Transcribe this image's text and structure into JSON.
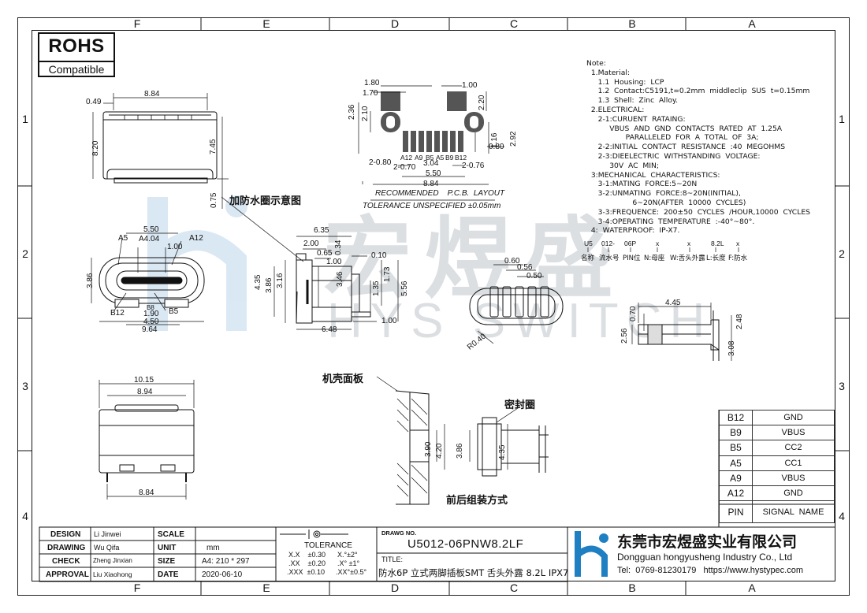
{
  "zones": {
    "letters": [
      "F",
      "E",
      "D",
      "C",
      "B",
      "A"
    ],
    "numbers": [
      "1",
      "2",
      "3",
      "4"
    ]
  },
  "rohs": {
    "title": "ROHS",
    "subtitle": "Compatible"
  },
  "watermark": {
    "brand": "HYS SWITCH",
    "cn": "宏煜盛"
  },
  "notes": [
    "Note:",
    "  1.Material:",
    "     1.1  Housing:  LCP",
    "     1.2  Contact:C5191,t=0.2mm  middleclip  SUS  t=0.15mm",
    "     1.3  Shell:  Zinc  Alloy.",
    "  2.ELECTRICAL:",
    "     2-1:CURUENT  RATAING:",
    "          VBUS  AND  GND  CONTACTS  RATED  AT  1.25A",
    "                 PARALLELED  FOR  A  TOTAL  OF  3A;",
    "     2-2:INITIAL  CONTACT  RESISTANCE  :40  MEGOHMS",
    "     2-3:DIEELECTRIC  WITHSTANDING  VOLTAGE:",
    "          30V  AC  MIN;",
    "  3:MECHANICAL  CHARACTERISTICS:",
    "     3-1:MATING  FORCE:5~20N",
    "     3-2:UNMATING  FORCE:8~20N(INITIAL),",
    "                    6~20N(AFTER  10000  CYCLES)",
    "     3-3:FREQUENCE:  200±50  CYCLES  /HOUR,10000  CYCLES",
    "     3-4:OPERATING  TEMPERATURE  :-40°~80°.",
    "  4:  WATERPROOF:  IP-X7."
  ],
  "part_code": {
    "codes": [
      "U5",
      "012-",
      "06P",
      "x",
      "x",
      "8.2L",
      "x"
    ],
    "meanings": [
      "名称",
      "流水号",
      "PIN位",
      "N:母座",
      "W:舌头外露",
      "L:长度",
      "F:防水"
    ]
  },
  "labels": {
    "waterproof_ring": "加防水圈示意图",
    "panel": "机壳面板",
    "seal": "密封圈",
    "assembly": "前后组装方式",
    "pcb_layout": "RECOMMENDED    P.C.B.  LAYOUT",
    "pcb_tolerance": "TOLERANCE  UNSPECIFIED  ±0.05mm"
  },
  "dims": {
    "top_view": [
      "0.49",
      "8.84",
      "8.20",
      "7.45",
      "0.75"
    ],
    "front_view": [
      "5.50",
      "A5",
      "A4.04",
      "A12",
      "1.00",
      "3.86",
      "B12",
      "1.90",
      "B5",
      "B8",
      "4.50",
      "9.64"
    ],
    "side_view": [
      "6.35",
      "2.00",
      "0.65",
      "0.34",
      "1.00",
      "0.10",
      "4.35",
      "3.86",
      "3.16",
      "3.46",
      "1.73",
      "1.35",
      "5.56",
      "1.00",
      "6.48"
    ],
    "pcb": [
      "1.80",
      "1.70",
      "1.00",
      "2.36",
      "2.10",
      "2.20",
      "2.92",
      "1.16",
      "0.80",
      "A12",
      "A9",
      "B5",
      "A5",
      "B9",
      "B12",
      "3.04",
      "2-0.80",
      "2-0.70",
      "2-0.76",
      "5.50",
      "8.84"
    ],
    "tongue": [
      "0.60",
      "0.56",
      "0.50",
      "R0.40"
    ],
    "profile": [
      "4.45",
      "0.70",
      "2.48",
      "2.56",
      "3.08"
    ],
    "bottom_view": [
      "10.15",
      "8.94",
      "8.84"
    ],
    "assembly": [
      "3.90",
      "4.20",
      "3.86",
      "4.35"
    ]
  },
  "pin_table": {
    "rows": [
      {
        "pin": "B12",
        "signal": "GND"
      },
      {
        "pin": "B9",
        "signal": "VBUS"
      },
      {
        "pin": "B5",
        "signal": "CC2"
      },
      {
        "pin": "A5",
        "signal": "CC1"
      },
      {
        "pin": "A9",
        "signal": "VBUS"
      },
      {
        "pin": "A12",
        "signal": "GND"
      }
    ],
    "header_pin": "PIN",
    "header_signal": "SIGNAL  NAME"
  },
  "title_block": {
    "roles": [
      {
        "role": "DESIGN",
        "name": "Li Jinwei",
        "key": "SCALE",
        "value": ""
      },
      {
        "role": "DRAWING",
        "name": "Wu Qifa",
        "key": "UNIT",
        "value": "mm"
      },
      {
        "role": "CHECK",
        "name": "Zheng Jinxian",
        "key": "SIZE",
        "value": "A4: 210 * 297"
      },
      {
        "role": "APPROVAL",
        "name": "Liu Xiaohong",
        "key": "DATE",
        "value": "2020-06-10"
      }
    ],
    "tolerance_title": "TOLERANCE",
    "tolerance_rows": [
      {
        "a": "X.X    ±0.30",
        "b": "X.°±2°"
      },
      {
        "a": ".XX    ±0.20",
        "b": ".X° ±1°"
      },
      {
        "a": ".XXX  ±0.10",
        "b": ".XX°±0.5°"
      }
    ],
    "drawing_no_label": "DRAWG NO.",
    "drawing_no": "U5012-06PNW8.2LF",
    "title_label": "TITLE:",
    "title": "防水6P 立式两脚插板SMT 舌头外露 8.2L IPX7",
    "company_cn": "东莞市宏煜盛实业有限公司",
    "company_en": "Dongguan hongyusheng Industry Co., Ltd",
    "contact": "Tel:  0769-81230179   https://www.hystypec.com"
  },
  "colors": {
    "line": "#111111",
    "watermark": "#bfc6cc",
    "logo_blue": "#1e7fc2"
  }
}
